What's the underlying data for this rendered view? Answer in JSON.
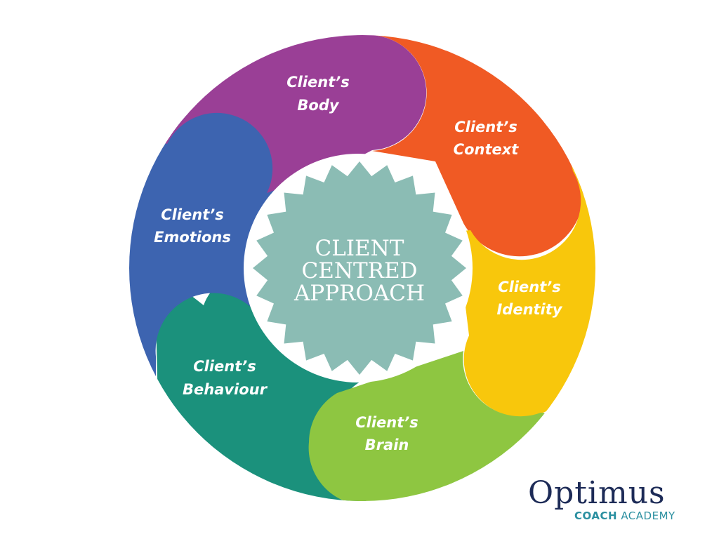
{
  "diagram": {
    "center": {
      "lines": [
        "CLIENT",
        "CENTRED",
        "APPROACH"
      ],
      "color": "#8bbcb4"
    },
    "segments": [
      {
        "line1": "Client’s",
        "line2": "Body",
        "color": "#9a3f96"
      },
      {
        "line1": "Client’s",
        "line2": "Context",
        "color": "#f05a24"
      },
      {
        "line1": "Client’s",
        "line2": "Identity",
        "color": "#f8c70c"
      },
      {
        "line1": "Client’s",
        "line2": "Brain",
        "color": "#8ec641"
      },
      {
        "line1": "Client’s",
        "line2": "Behaviour",
        "color": "#1b917c"
      },
      {
        "line1": "Client’s",
        "line2": "Emotions",
        "color": "#3d64b0"
      }
    ]
  },
  "logo": {
    "name": "Optimus",
    "tag_bold": "COACH",
    "tag_rest": "ACADEMY"
  }
}
